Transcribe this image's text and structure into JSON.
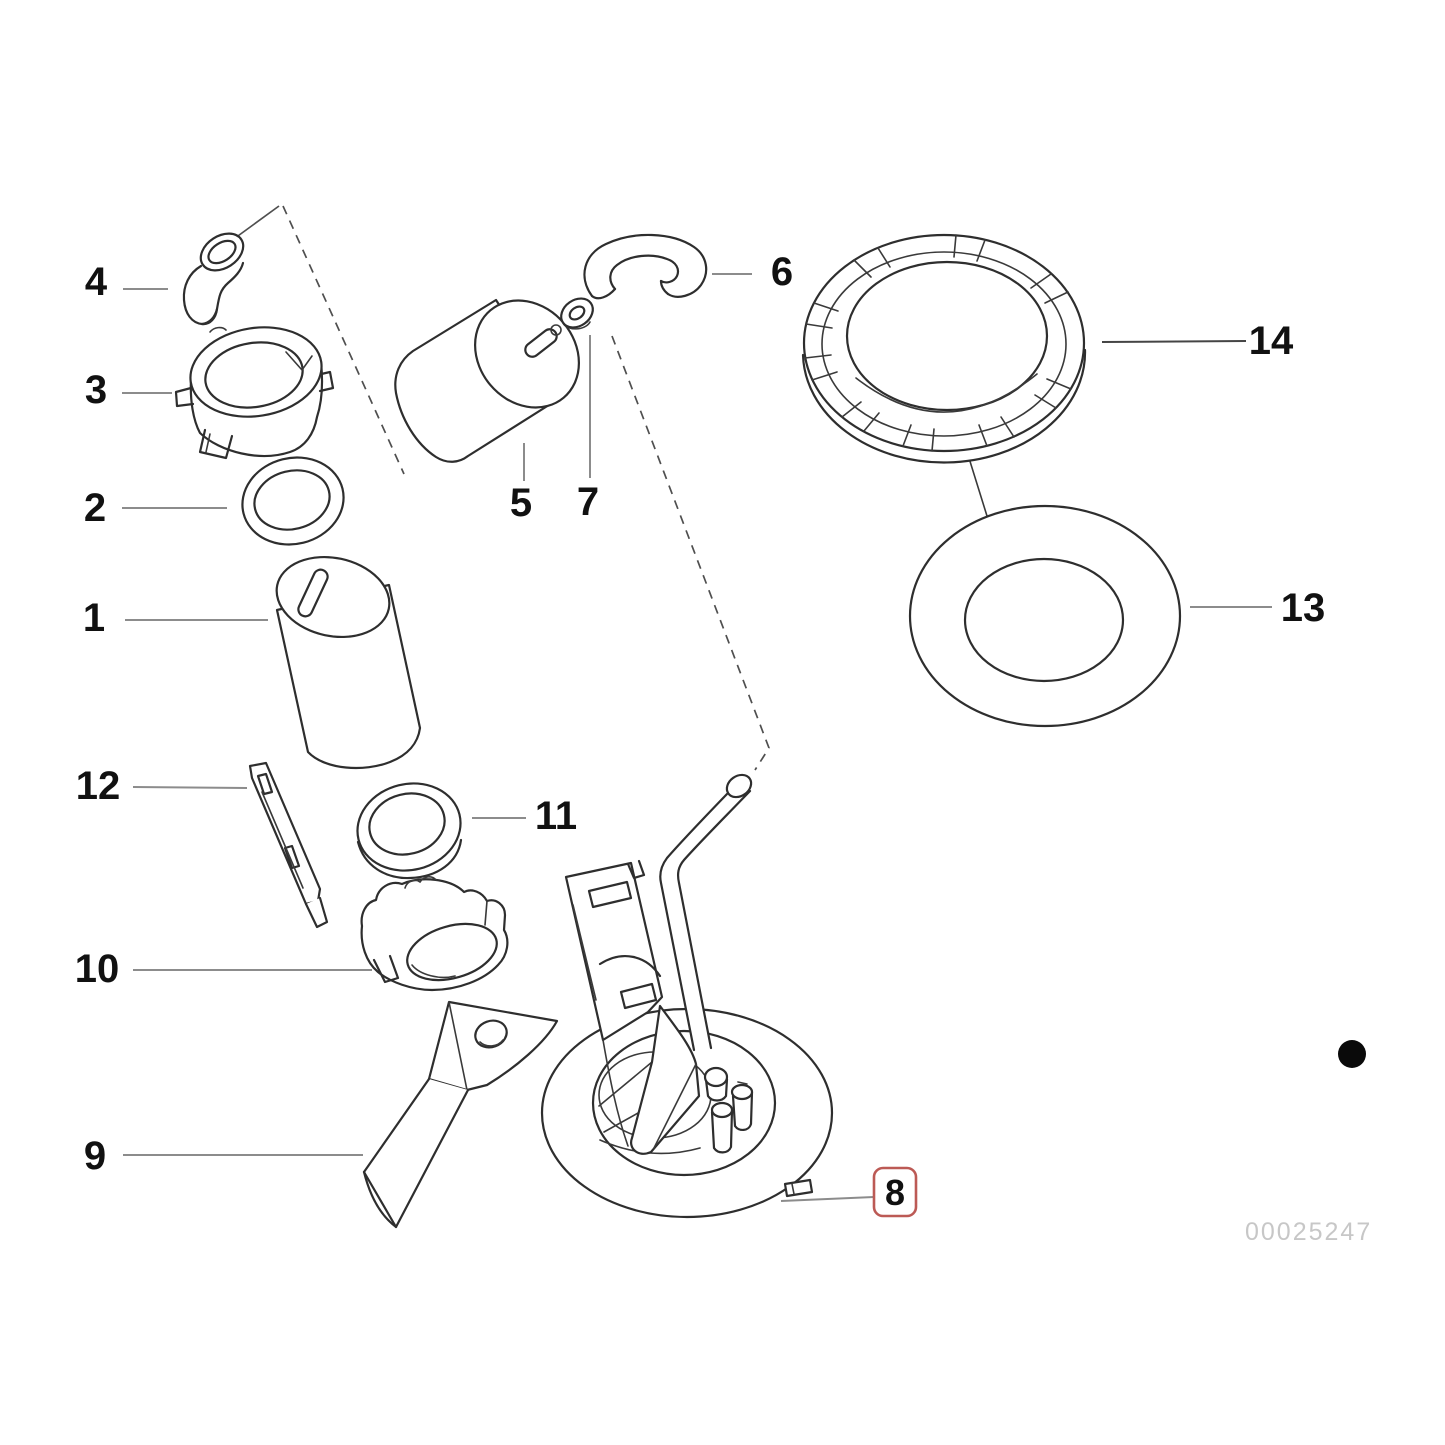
{
  "diagram": {
    "type": "exploded-parts-diagram",
    "watermark": "00025247",
    "highlighted_callout": "8",
    "colors": {
      "line": "#2e2e2e",
      "leader": "#8c8c8c",
      "highlight_box_border": "#bc5a55",
      "label_text": "#111111",
      "watermark_text": "#c7c7c7",
      "background": "#ffffff",
      "corner_dot": "#0a0a0a"
    },
    "callouts": [
      {
        "label": "1"
      },
      {
        "label": "2"
      },
      {
        "label": "3"
      },
      {
        "label": "4"
      },
      {
        "label": "5"
      },
      {
        "label": "6"
      },
      {
        "label": "7"
      },
      {
        "label": "8"
      },
      {
        "label": "9"
      },
      {
        "label": "10"
      },
      {
        "label": "11"
      },
      {
        "label": "12"
      },
      {
        "label": "13"
      },
      {
        "label": "14"
      }
    ]
  }
}
